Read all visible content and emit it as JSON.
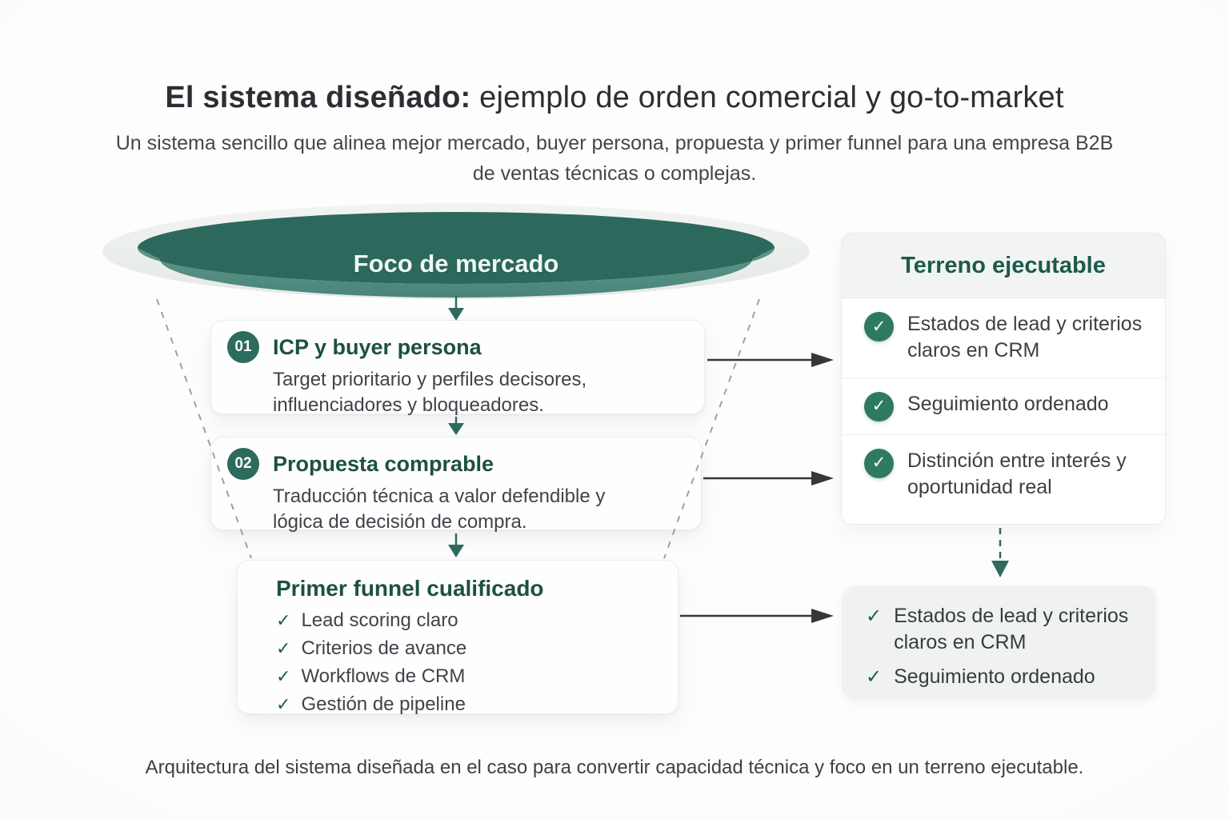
{
  "page": {
    "title_strong": "El sistema diseñado:",
    "title_rest": " ejemplo de orden comercial y go-to-market",
    "subtitle": "Un sistema sencillo que alinea mejor mercado, buyer persona, propuesta y primer funnel para una empresa B2B de ventas técnicas o complejas.",
    "caption": "Arquitectura del sistema diseñada en el caso para convertir capacidad técnica y foco en un terreno ejecutable."
  },
  "funnel": {
    "top_label": "Foco de mercado",
    "stages": [
      {
        "number": "01",
        "title": "ICP y buyer persona",
        "description": "Target prioritario y perfiles decisores, influenciadores y bloqueadores."
      },
      {
        "number": "02",
        "title": "Propuesta comprable",
        "description": "Traducción técnica a valor defendible y lógica de decisión de compra."
      },
      {
        "title": "Primer funnel cualificado",
        "items": [
          "Lead scoring claro",
          "Criterios de avance",
          "Workflows de CRM",
          "Gestión de pipeline"
        ]
      }
    ]
  },
  "panel": {
    "title": "Terreno ejecutable",
    "items": [
      "Estados de lead y criterios claros en CRM",
      "Seguimiento ordenado",
      "Distinción entre interés y oportunidad real"
    ]
  },
  "result_box": {
    "items": [
      "Estados de lead y criterios claros en CRM",
      "Seguimiento ordenado"
    ]
  },
  "icons": {
    "check": "✓"
  },
  "colors": {
    "funnel_front_top": "#5f968a",
    "funnel_front_bottom": "#4a8478",
    "funnel_inner": "#2d685d",
    "funnel_rim": "#eceeed",
    "badge_bg": "#2c6b5e",
    "title_teal": "#1d5044",
    "check_circle_bg": "#2e7a61",
    "check_tick": "#1f5c4d",
    "arrow_dark": "#34383b",
    "dashed_gray": "#9aa1a3",
    "text_dark": "#2b2f33",
    "text_body": "#3f444a"
  }
}
